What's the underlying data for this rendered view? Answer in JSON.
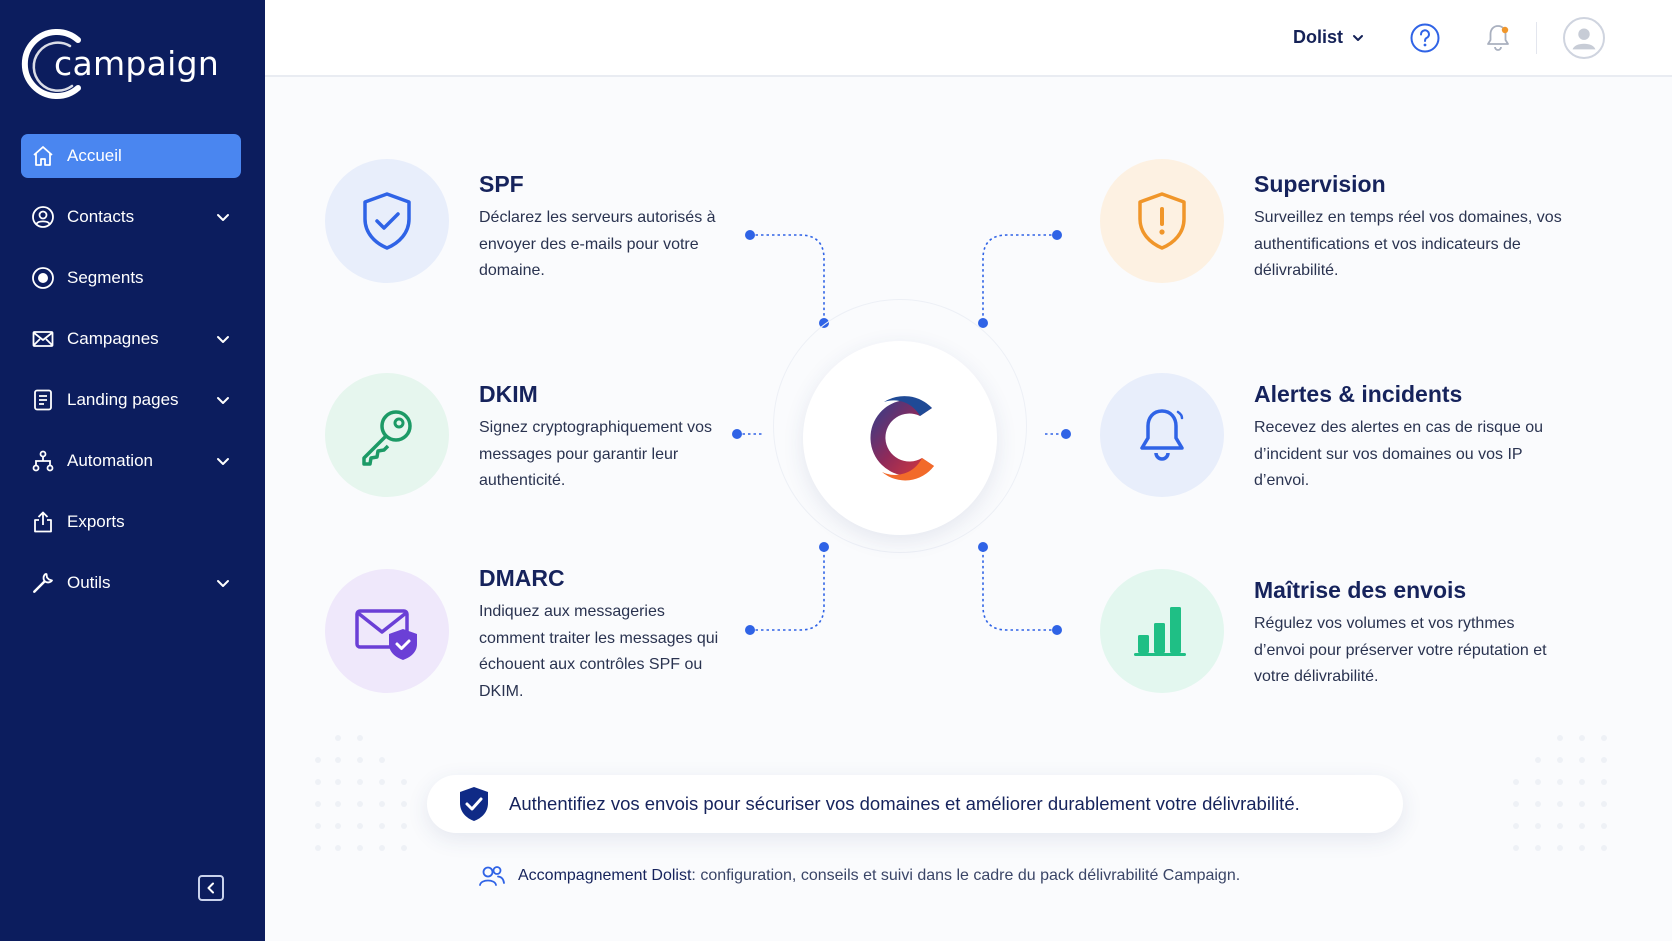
{
  "sidebar": {
    "logo_text": "campaign",
    "items": [
      {
        "label": "Accueil",
        "active": true,
        "icon": "home-icon",
        "has_chevron": false
      },
      {
        "label": "Contacts",
        "active": false,
        "icon": "user-circle-icon",
        "has_chevron": true
      },
      {
        "label": "Segments",
        "active": false,
        "icon": "target-icon",
        "has_chevron": false
      },
      {
        "label": "Campagnes",
        "active": false,
        "icon": "mail-icon",
        "has_chevron": true
      },
      {
        "label": "Landing pages",
        "active": false,
        "icon": "page-icon",
        "has_chevron": true
      },
      {
        "label": "Automation",
        "active": false,
        "icon": "workflow-icon",
        "has_chevron": true
      },
      {
        "label": "Exports",
        "active": false,
        "icon": "export-icon",
        "has_chevron": false
      },
      {
        "label": "Outils",
        "active": false,
        "icon": "wrench-icon",
        "has_chevron": true
      }
    ]
  },
  "topbar": {
    "org_name": "Dolist"
  },
  "features": {
    "spf": {
      "title": "SPF",
      "desc": "Déclarez les serveurs autorisés à envoyer des e-mails pour votre domaine.",
      "icon": "shield-check-icon"
    },
    "dkim": {
      "title": "DKIM",
      "desc": "Signez cryptographiquement vos messages pour garantir leur authenticité.",
      "icon": "key-icon"
    },
    "dmarc": {
      "title": "DMARC",
      "desc": "Indiquez aux messageries comment traiter les messages qui échouent aux contrôles SPF ou DKIM.",
      "icon": "mail-shield-icon"
    },
    "supervision": {
      "title": "Supervision",
      "desc": "Surveillez en temps réel vos domaines, vos authentifications et vos indicateurs de délivrabilité.",
      "icon": "shield-alert-icon"
    },
    "alerts": {
      "title": "Alertes & incidents",
      "desc": "Recevez des alertes en cas de risque ou d’incident sur vos domaines ou vos IP d’envoi.",
      "icon": "bell-icon"
    },
    "sending": {
      "title": "Maîtrise des envois",
      "desc": "Régulez vos volumes et vos rythmes d’envoi pour préserver votre réputation et votre délivrabilité.",
      "icon": "bar-chart-icon"
    }
  },
  "banner": {
    "text": "Authentifiez vos envois pour sécuriser vos domaines et améliorer durablement votre délivrabilité."
  },
  "footnote": {
    "strong": "Accompagnement Dolist",
    "rest": " : configuration, conseils et suivi dans le cadre du pack délivrabilité Campaign."
  },
  "colors": {
    "sidebar_bg": "#0c1d5e",
    "active_item": "#4a86f0",
    "accent_blue": "#2f63e6",
    "orange": "#f0962a",
    "green": "#1fbf85",
    "purple": "#6b3fd6"
  }
}
